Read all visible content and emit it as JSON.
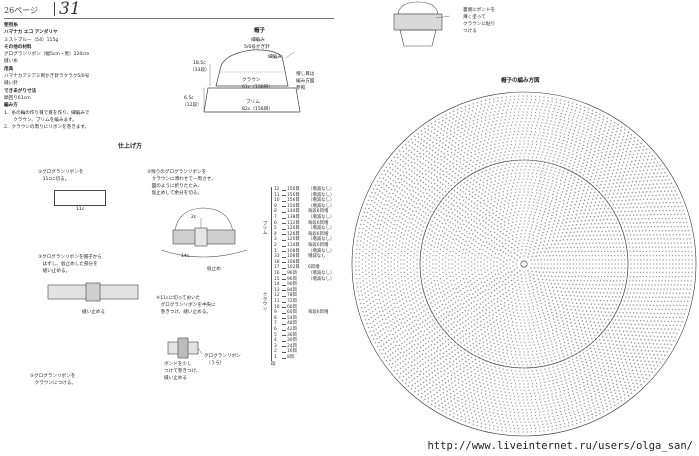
{
  "header": {
    "page_ref": "26ページ",
    "page_number": "31"
  },
  "materials": {
    "lines": [
      {
        "text": "使用糸",
        "bold": true
      },
      {
        "text": "ハマナカ エコ アンダリヤ",
        "bold": true
      },
      {
        "text": "ミストブルー（54）115g",
        "bold": false
      },
      {
        "text": "その他の材料",
        "bold": true
      },
      {
        "text": "グログランリボン（幅5cm・黒）120cm",
        "bold": false
      },
      {
        "text": "縫い糸",
        "bold": false
      },
      {
        "text": "用具",
        "bold": true
      },
      {
        "text": "ハマナカアミアミ両かぎ針ラクラク5/0号",
        "bold": false
      },
      {
        "text": "縫い針",
        "bold": false
      },
      {
        "text": "できあがり寸法",
        "bold": true
      },
      {
        "text": "頭回り61cm",
        "bold": false
      },
      {
        "text": "編み方",
        "bold": true
      },
      {
        "text": "1．糸の輪の作り目で目を作り、細編みで",
        "bold": false
      },
      {
        "text": "　　クラウン、ブリムを編みます。",
        "bold": false
      },
      {
        "text": "2．クラウンの周りにリボンを巻きます。",
        "bold": false
      }
    ]
  },
  "hat_diagram": {
    "title": "帽子",
    "subtitle1": "細編み",
    "subtitle2": "5/0号かぎ針",
    "label_hosoami": "細編み",
    "label_crown": "クラウン",
    "label_crown_count": "61c（108目）",
    "label_brim": "ブリム",
    "label_brim_count": "82c（156目）",
    "left_top": "18.5c",
    "left_top_rows": "（33段）",
    "left_bottom": "6.5c",
    "left_bottom_rows": "（12段）",
    "right_note": [
      "増し目は",
      "編み方図",
      "参照"
    ]
  },
  "finishing": {
    "title": "仕上げ方",
    "step1": [
      "①グログランリボンを",
      "　11cに切る。"
    ],
    "step1_label": "11c",
    "step2": [
      "②残りのグログランリボンを",
      "　クラウンに添わせて一周させ、",
      "　図のように折りたたみ、",
      "　仮止めして余分を切る。"
    ],
    "step2_2c": "2c",
    "step2_14c": "14c",
    "step2_karidome": "仮止め",
    "step3": [
      "③グログランリボンを帽子から",
      "　はずし、仮止めした部分を",
      "　縫い止める。"
    ],
    "step3_label": "縫い止める",
    "step4": [
      "④11cに切っておいた",
      "　グログランリボンを中央に",
      "　巻きつけ、縫い止める。"
    ],
    "step4_ribbon": [
      "グログランリボン",
      "（うら）"
    ],
    "step4_note": [
      "ボンドを少し",
      "つけて巻きつけ、",
      "縫い止める"
    ],
    "step5": [
      "⑤グログランリボンを",
      "　クラウンにつける。"
    ]
  },
  "row_table": {
    "brim_label": "ブリム",
    "crown_label": "クラウン",
    "dan": "段",
    "rows": [
      {
        "r": "12",
        "s": "156目",
        "n": "（増減なし）"
      },
      {
        "r": "11",
        "s": "156目",
        "n": "（増減なし）"
      },
      {
        "r": "10",
        "s": "156目",
        "n": "（増減なし）"
      },
      {
        "r": "9",
        "s": "150目",
        "n": "（増減なし）"
      },
      {
        "r": "8",
        "s": "144目",
        "n": "毎段6目増"
      },
      {
        "r": "7",
        "s": "138目",
        "n": "（増減なし）"
      },
      {
        "r": "6",
        "s": "132目",
        "n": "毎段6目増"
      },
      {
        "r": "5",
        "s": "126目",
        "n": "（増減なし）"
      },
      {
        "r": "4",
        "s": "126目",
        "n": "毎段6目増"
      },
      {
        "r": "3",
        "s": "120目",
        "n": "（増減なし）"
      },
      {
        "r": "2",
        "s": "114目",
        "n": "毎段6目増"
      },
      {
        "r": "1",
        "s": "108目",
        "n": "（増減なし）"
      },
      {
        "r": "33",
        "s": "108目",
        "n": "増減なし"
      },
      {
        "r": "18",
        "s": "108目",
        "n": ""
      },
      {
        "r": "17",
        "s": "102目",
        "n": "6目増"
      },
      {
        "r": "16",
        "s": "96目",
        "n": "（増減なし）"
      },
      {
        "r": "15",
        "s": "96目",
        "n": "（増減なし）"
      },
      {
        "r": "14",
        "s": "90目",
        "n": ""
      },
      {
        "r": "13",
        "s": "84目",
        "n": ""
      },
      {
        "r": "12",
        "s": "78目",
        "n": ""
      },
      {
        "r": "11",
        "s": "72目",
        "n": ""
      },
      {
        "r": "10",
        "s": "66目",
        "n": ""
      },
      {
        "r": "9",
        "s": "60目",
        "n": "毎段6目増"
      },
      {
        "r": "8",
        "s": "54目",
        "n": ""
      },
      {
        "r": "7",
        "s": "48目",
        "n": ""
      },
      {
        "r": "6",
        "s": "42目",
        "n": ""
      },
      {
        "r": "5",
        "s": "36目",
        "n": ""
      },
      {
        "r": "4",
        "s": "30目",
        "n": ""
      },
      {
        "r": "3",
        "s": "24目",
        "n": ""
      },
      {
        "r": "2",
        "s": "16目",
        "n": ""
      },
      {
        "r": "1",
        "s": "8目",
        "n": ""
      }
    ]
  },
  "right_page": {
    "ribbon_note": [
      "裏側にボンドを",
      "薄く塗って",
      "クラウンに貼り",
      "つける"
    ],
    "chart_title": "帽子の編み方図"
  },
  "watermark": "http://www.liveinternet.ru/users/olga_san/"
}
